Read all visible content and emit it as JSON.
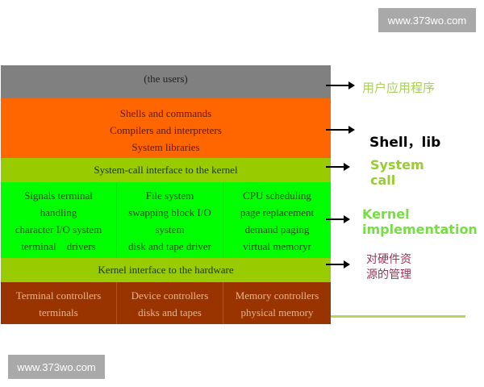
{
  "watermarks": {
    "top": "www.373wo.com",
    "bottom": "www.373wo.com"
  },
  "diagram": {
    "users": {
      "label": "(the users)",
      "color": "#808080"
    },
    "shells": {
      "lines": [
        "Shells and commands",
        "Compilers and interpreters",
        "System libraries"
      ],
      "color": "#ff6600"
    },
    "syscall": {
      "label": "System-call interface to the kernel",
      "color": "#99cc00"
    },
    "kernel": {
      "color": "#00ff00",
      "columns": [
        {
          "lines": [
            "Signals terminal",
            "handling",
            "character I/O system",
            "terminal    drivers"
          ]
        },
        {
          "lines": [
            "File system",
            "swapping block I/O",
            "system",
            "disk and tape driver"
          ]
        },
        {
          "lines": [
            "CPU scheduling",
            "page replacement",
            "demand paging",
            "virtual memoryr"
          ]
        }
      ]
    },
    "kernel_hw": {
      "label": "Kernel interface to the hardware",
      "color": "#99cc00"
    },
    "hardware": {
      "color": "#993300",
      "columns": [
        {
          "lines": [
            "Terminal controllers",
            "terminals"
          ]
        },
        {
          "lines": [
            "Device controllers",
            "disks and tapes"
          ]
        },
        {
          "lines": [
            "Memory controllers",
            "physical memory"
          ]
        }
      ]
    }
  },
  "annotations": {
    "users": "用户应用程序",
    "shell": "Shell，lib",
    "syscall": [
      "System",
      "call"
    ],
    "kernel": [
      "Kernel",
      "implementation"
    ],
    "hardware": [
      "对硬件资",
      "源的管理"
    ]
  }
}
